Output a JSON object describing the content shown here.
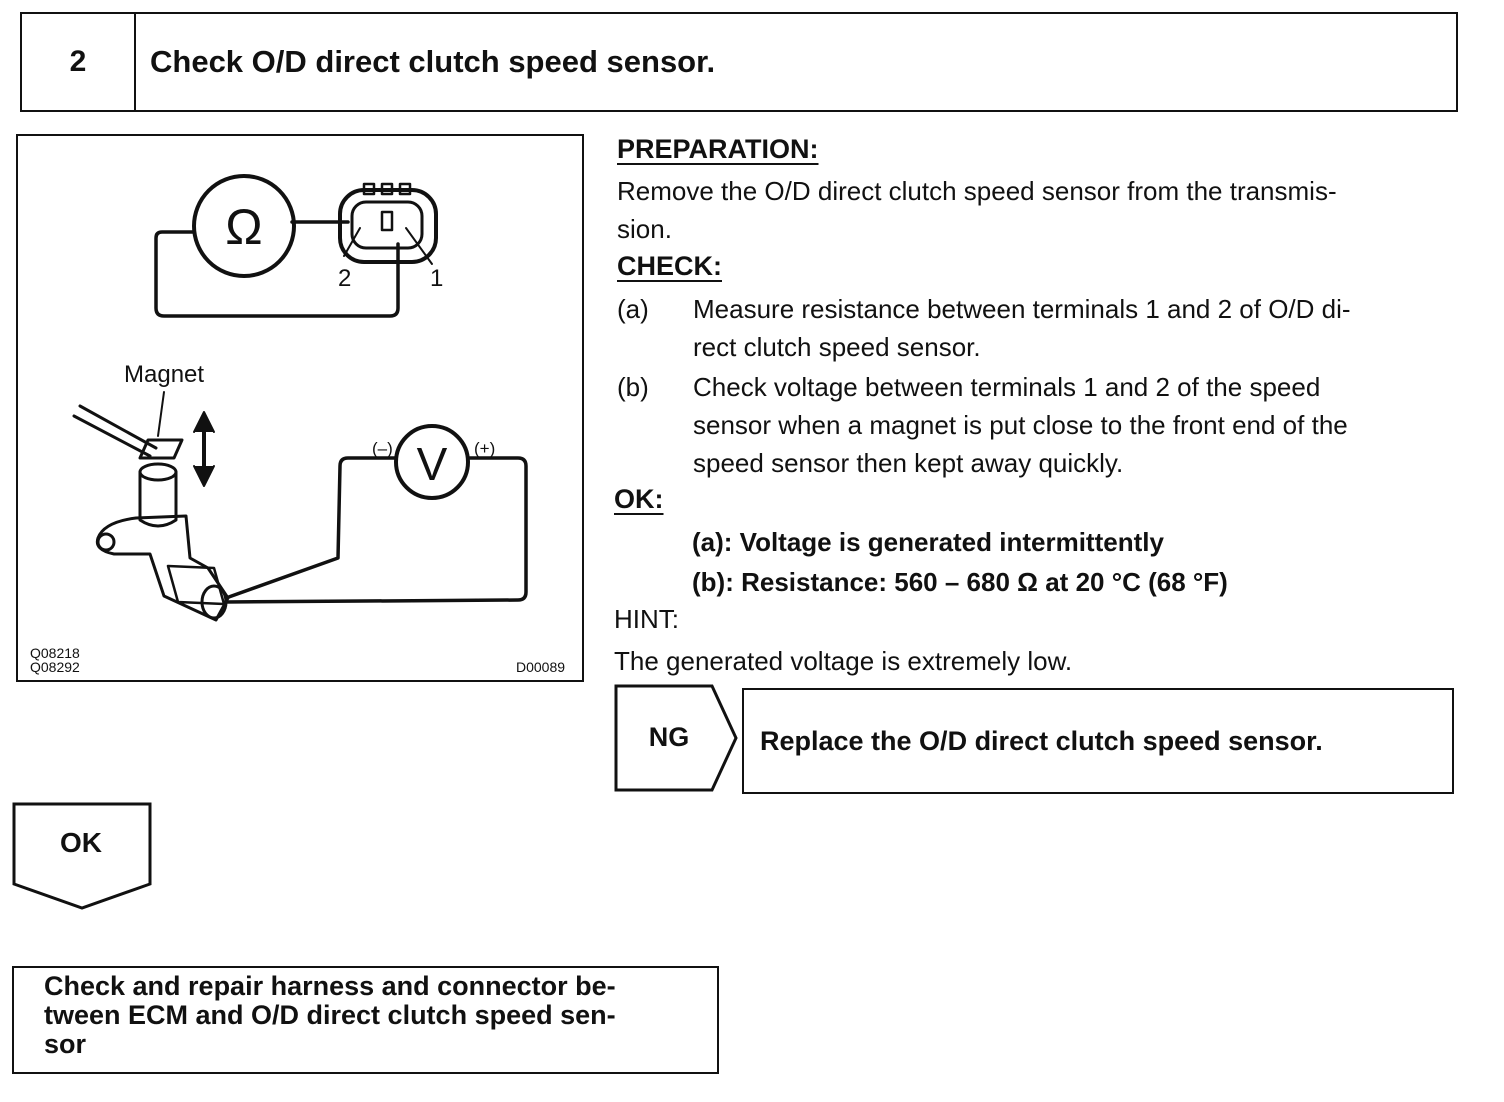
{
  "step": {
    "number": "2",
    "title": "Check O/D direct clutch speed sensor."
  },
  "figure": {
    "ohm_symbol": "Ω",
    "volt_symbol": "V",
    "terminal_2": "2",
    "terminal_1": "1",
    "magnet_label": "Magnet",
    "minus_label": "(–)",
    "plus_label": "(+)",
    "code_1": "Q08218",
    "code_2": "Q08292",
    "code_3": "D00089"
  },
  "preparation": {
    "heading": "PREPARATION:",
    "line1": "Remove the O/D direct clutch speed sensor from the transmis-",
    "line2": "sion."
  },
  "check": {
    "heading": "CHECK:",
    "items": [
      {
        "letter": "(a)",
        "line1": "Measure resistance between terminals 1 and 2 of O/D di-",
        "line2": "rect clutch speed sensor."
      },
      {
        "letter": "(b)",
        "line1": "Check voltage between terminals 1 and 2 of the speed",
        "line2": "sensor when a magnet is put close to the front end of the",
        "line3": "speed sensor then kept away quickly."
      }
    ]
  },
  "ok": {
    "heading": "OK:",
    "line_a": "(a): Voltage is generated intermittently",
    "line_b": "(b): Resistance: 560 – 680 Ω at 20 °C (68 °F)"
  },
  "hint": {
    "heading": "HINT:",
    "text": "The generated voltage is extremely low."
  },
  "ng_branch": {
    "label": "NG",
    "action": "Replace the O/D direct clutch speed sensor."
  },
  "ok_branch": {
    "label": "OK"
  },
  "next_step": {
    "line1": "Check and repair harness and connector be-",
    "line2": "tween ECM and O/D direct clutch speed sen-",
    "line3": "sor"
  }
}
